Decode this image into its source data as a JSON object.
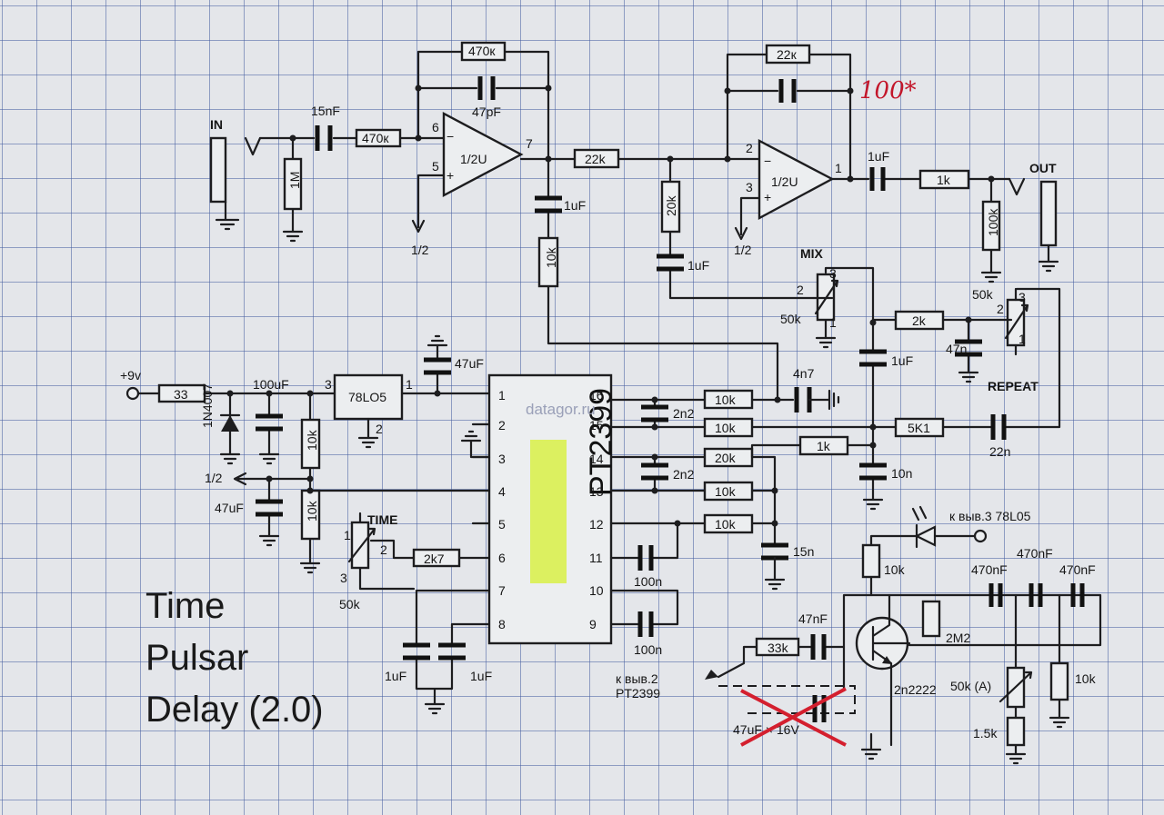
{
  "title_lines": [
    "Time",
    "Pulsar",
    "Delay (2.0)"
  ],
  "watermark": "datagor.ru",
  "ic": {
    "name": "PT2399",
    "pins_left": [
      "1",
      "2",
      "3",
      "4",
      "5",
      "6",
      "7",
      "8"
    ],
    "pins_right": [
      "16",
      "15",
      "14",
      "13",
      "12",
      "11",
      "10",
      "9"
    ]
  },
  "regulator": {
    "name": "78LO5",
    "pin_in": "3",
    "pin_out": "1",
    "pin_gnd": "2"
  },
  "opamp1": {
    "label": "1/2U",
    "pin_inv": "6",
    "pin_noninv": "5",
    "pin_out": "7",
    "bias": "1/2"
  },
  "opamp2": {
    "label": "1/2U",
    "pin_inv": "2",
    "pin_noninv": "3",
    "pin_out": "1",
    "bias": "1/2"
  },
  "labels": {
    "in": "IN",
    "out": "OUT",
    "supply": "+9v",
    "half": "1/2",
    "time": "TIME",
    "mix": "MIX",
    "repeat": "REPEAT",
    "handwritten_note": "100*",
    "pin2_note_1": "к выв.2",
    "pin2_note_2": "PT2399",
    "led_note": "к выв.3 78L05"
  },
  "parts": {
    "c_in": "15nF",
    "r_in": "470к",
    "r_fb1": "470к",
    "c_fb1": "47pF",
    "r_bias": "1M",
    "c_out1": "1uF",
    "r_10k_a": "10k",
    "r_22k": "22k",
    "r_20k": "20k",
    "c_1uF_b": "1uF",
    "r_fb2": "22к",
    "c_out2": "1uF",
    "r_1k_out": "1k",
    "r_100k": "100k",
    "r_33": "33",
    "c_100uF": "100uF",
    "diode": "1N4007",
    "r_10k_div1": "10k",
    "r_10k_div2": "10k",
    "c_47uF_reg": "47uF",
    "c_47uF_half": "47uF",
    "pot_time": "50k",
    "pot_time_p1": "1",
    "pot_time_p2": "2",
    "pot_time_p3": "3",
    "r_2k7": "2k7",
    "c_1uF_7": "1uF",
    "c_1uF_8": "1uF",
    "r_16": "10k",
    "c_2n2_a": "2n2",
    "r_15": "10k",
    "r_14": "20k",
    "c_2n2_b": "2n2",
    "r_13": "10k",
    "r_12": "10k",
    "c_100n_a": "100n",
    "c_100n_b": "100n",
    "c_15n": "15n",
    "c_4n7": "4n7",
    "r_1k_mid": "1k",
    "c_10n": "10n",
    "r_5k1": "5K1",
    "c_22n": "22n",
    "pot_mix": "50k",
    "pot_mix_p1": "1",
    "pot_mix_p2": "2",
    "pot_mix_p3": "3",
    "r_2k": "2k",
    "c_47n": "47n",
    "c_1uF_mix": "1uF",
    "pot_rep": "50k",
    "pot_rep_p1": "1",
    "pot_rep_p2": "2",
    "pot_rep_p3": "3",
    "r_10k_led": "10k",
    "r_2M2": "2M2",
    "c_470nF_1": "470nF",
    "c_470nF_2": "470nF",
    "c_470nF_3": "470nF",
    "r_33k": "33k",
    "c_47nF": "47nF",
    "transistor": "2n2222",
    "pot_50kA": "50k (A)",
    "r_1k5": "1.5k",
    "r_10k_lfo": "10k",
    "c_crossed": "47uF × 16V"
  },
  "colors": {
    "ink": "#1d1d1f",
    "grid": "#4660a0",
    "note_red": "#c3162a",
    "highlight": "#dcf060"
  }
}
